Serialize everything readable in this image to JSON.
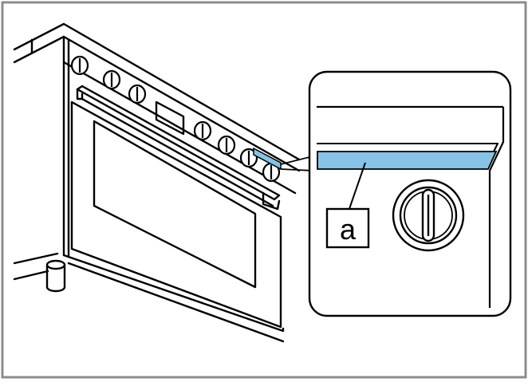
{
  "diagram": {
    "callout_label": "a",
    "colors": {
      "highlight_strip": "#86c3e6",
      "frame_border": "#8c8c8c",
      "line": "#000000",
      "background": "#ffffff"
    },
    "icons": [
      "range-cooker-illustration",
      "control-knob-icon",
      "detail-zoom-inset"
    ]
  }
}
